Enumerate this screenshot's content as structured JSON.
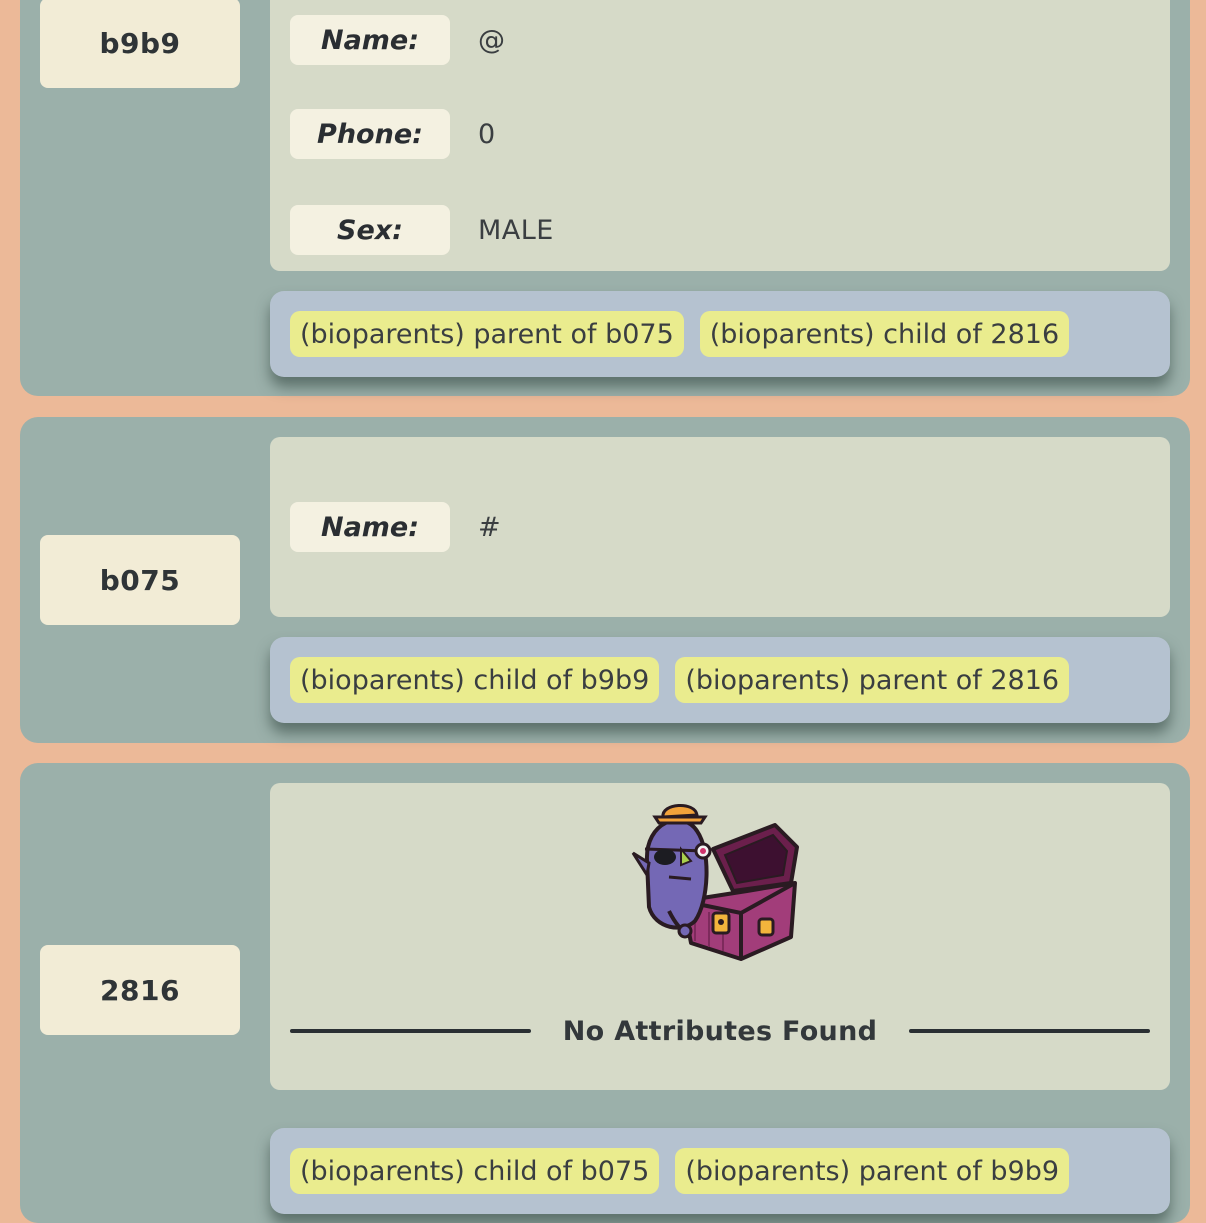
{
  "records": [
    {
      "id": "b9b9",
      "attributes": [
        {
          "label": "Name:",
          "value": "@"
        },
        {
          "label": "Phone:",
          "value": "0"
        },
        {
          "label": "Sex:",
          "value": "MALE"
        }
      ],
      "relations": [
        "(bioparents) parent of b075",
        "(bioparents) child of 2816"
      ]
    },
    {
      "id": "b075",
      "attributes": [
        {
          "label": "Name:",
          "value": "#"
        }
      ],
      "relations": [
        "(bioparents) child of b9b9",
        "(bioparents) parent of 2816"
      ]
    },
    {
      "id": "2816",
      "empty_text": "No Attributes Found",
      "empty_illustration": "pirate-treasure-chest-illustration",
      "relations": [
        "(bioparents) child of b075",
        "(bioparents) parent of b9b9"
      ]
    }
  ],
  "colors": {
    "page_background": "#ecb998",
    "record_background": "#9bb0aa",
    "id_badge": "#f2ecd6",
    "attribute_panel": "#d6dac8",
    "relation_panel": "#b5c2d0",
    "relation_tag": "#eaec8e"
  }
}
